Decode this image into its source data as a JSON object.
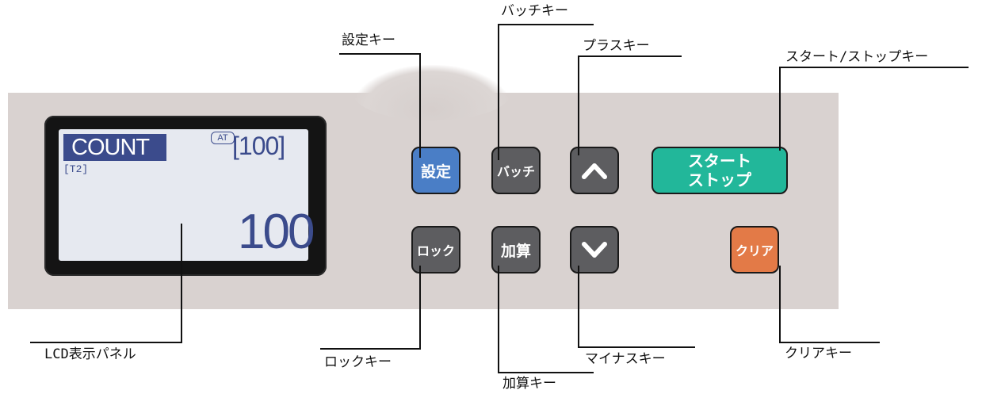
{
  "lcd": {
    "mode": "COUNT",
    "at_badge": "AT",
    "batch": "[100]",
    "tag": "[T2]",
    "count": "100"
  },
  "keys": {
    "settei": "設定",
    "batch": "バッチ",
    "start_line1": "スタート",
    "start_line2": "ストップ",
    "lock": "ロック",
    "kasan": "加算",
    "clear": "クリア"
  },
  "icons": {
    "plus": "chevron-up-icon",
    "minus": "chevron-down-icon"
  },
  "callouts": {
    "settei": "設定キー",
    "batch": "バッチキー",
    "plus": "プラスキー",
    "start_stop": "スタート/ストップキー",
    "lcd": "LCD表示パネル",
    "lock": "ロックキー",
    "kasan": "加算キー",
    "minus": "マイナスキー",
    "clear": "クリアキー"
  },
  "colors": {
    "settei_key": "#4a7ec6",
    "start_key": "#22b79a",
    "clear_key": "#e37a47",
    "dark_key": "#5d5d60",
    "lcd_text": "#3b4b8c"
  }
}
